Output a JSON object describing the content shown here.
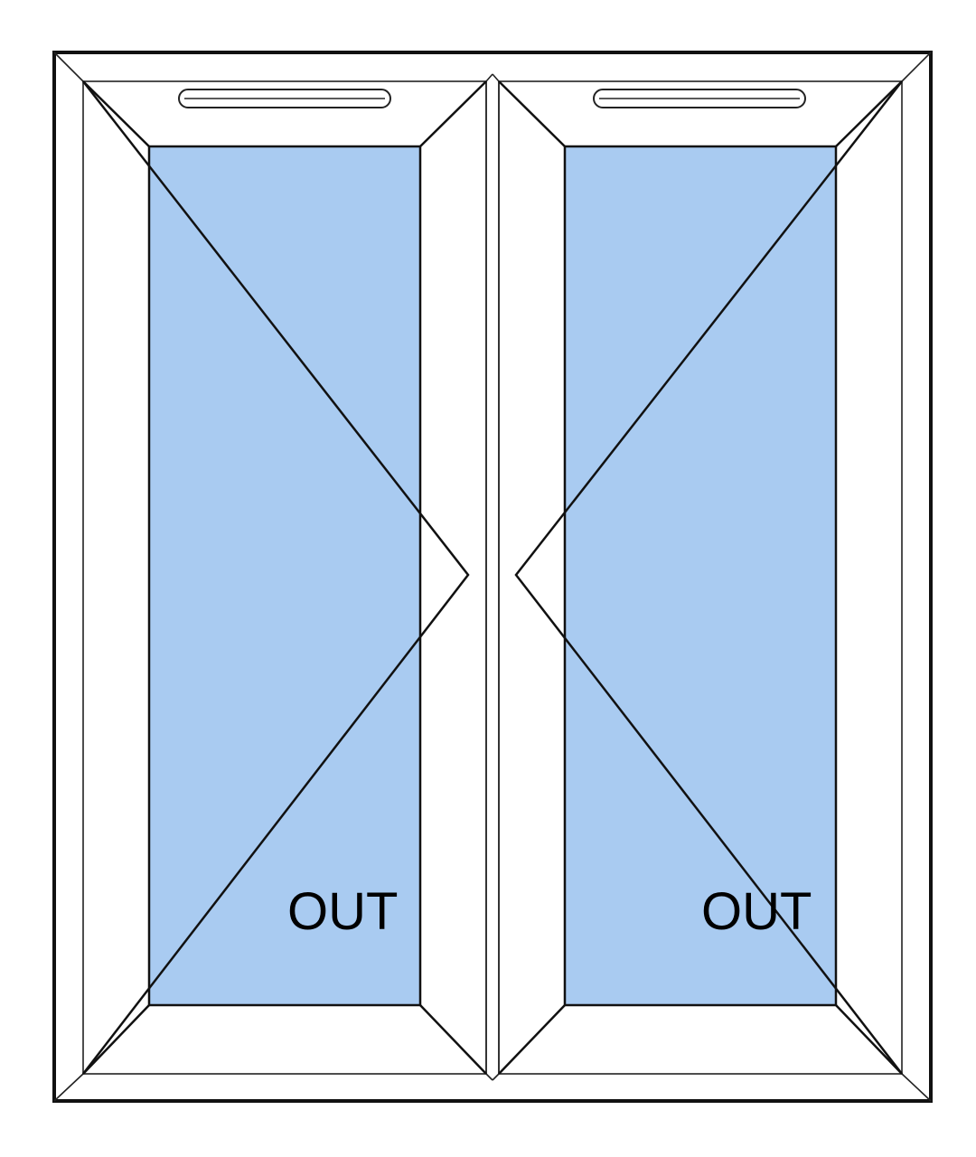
{
  "window": {
    "glass_color": "#a9cbf1",
    "frame_color": "#ffffff",
    "line_color": "#111111",
    "sashes": [
      {
        "label": "OUT",
        "hinge_side": "left",
        "opening": "outward"
      },
      {
        "label": "OUT",
        "hinge_side": "right",
        "opening": "outward"
      }
    ]
  }
}
